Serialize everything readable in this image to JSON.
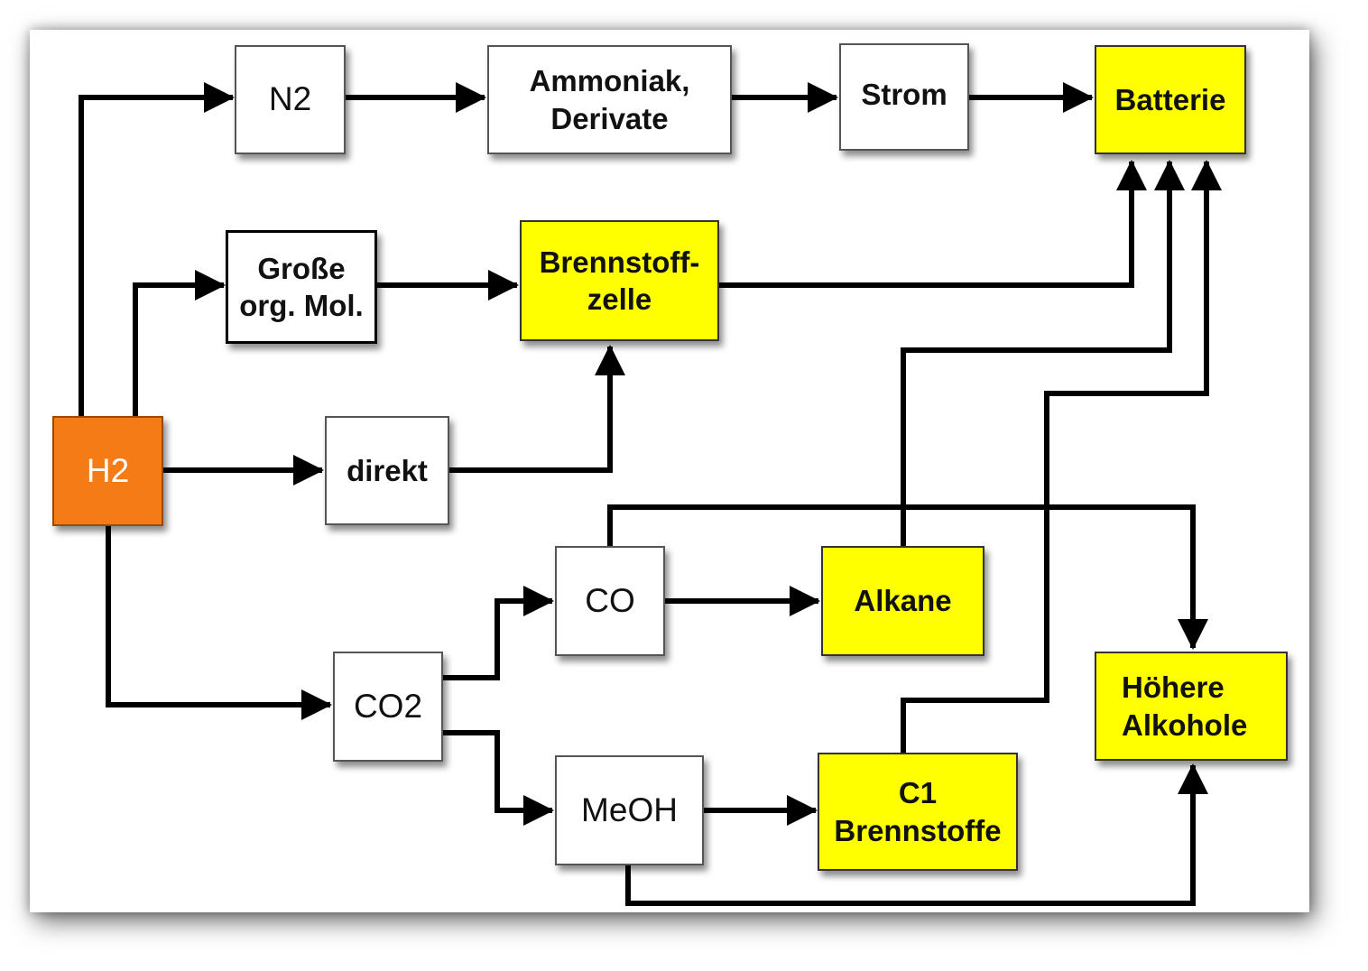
{
  "nodes": {
    "h2": {
      "label": "H2",
      "color": "#f47b16"
    },
    "n2": {
      "label": "N2"
    },
    "ammoniak": {
      "label": "Ammoniak,\nDerivate"
    },
    "strom": {
      "label": "Strom"
    },
    "batterie": {
      "label": "Batterie",
      "color": "#ffff00"
    },
    "grosse": {
      "label": "Große\norg. Mol."
    },
    "brennstoffzelle": {
      "label": "Brennstoff-\nzelle",
      "color": "#ffff00"
    },
    "direkt": {
      "label": "direkt"
    },
    "co": {
      "label": "CO"
    },
    "alkane": {
      "label": "Alkane",
      "color": "#ffff00"
    },
    "co2": {
      "label": "CO2"
    },
    "meoh": {
      "label": "MeOH"
    },
    "c1": {
      "label": "C1\nBrennstoffe",
      "color": "#ffff00"
    },
    "alkohole": {
      "label": "Höhere\nAlkohole",
      "color": "#ffff00"
    }
  },
  "edges": [
    {
      "from": "h2",
      "to": "n2"
    },
    {
      "from": "n2",
      "to": "ammoniak"
    },
    {
      "from": "ammoniak",
      "to": "strom"
    },
    {
      "from": "strom",
      "to": "batterie"
    },
    {
      "from": "h2",
      "to": "grosse"
    },
    {
      "from": "grosse",
      "to": "brennstoffzelle"
    },
    {
      "from": "h2",
      "to": "direkt"
    },
    {
      "from": "direkt",
      "to": "brennstoffzelle"
    },
    {
      "from": "brennstoffzelle",
      "to": "batterie"
    },
    {
      "from": "h2",
      "to": "co2"
    },
    {
      "from": "co2",
      "to": "co"
    },
    {
      "from": "co2",
      "to": "meoh"
    },
    {
      "from": "co",
      "to": "alkane"
    },
    {
      "from": "co",
      "to": "alkohole"
    },
    {
      "from": "alkane",
      "to": "batterie"
    },
    {
      "from": "meoh",
      "to": "c1"
    },
    {
      "from": "meoh",
      "to": "alkohole"
    },
    {
      "from": "c1",
      "to": "batterie"
    }
  ]
}
